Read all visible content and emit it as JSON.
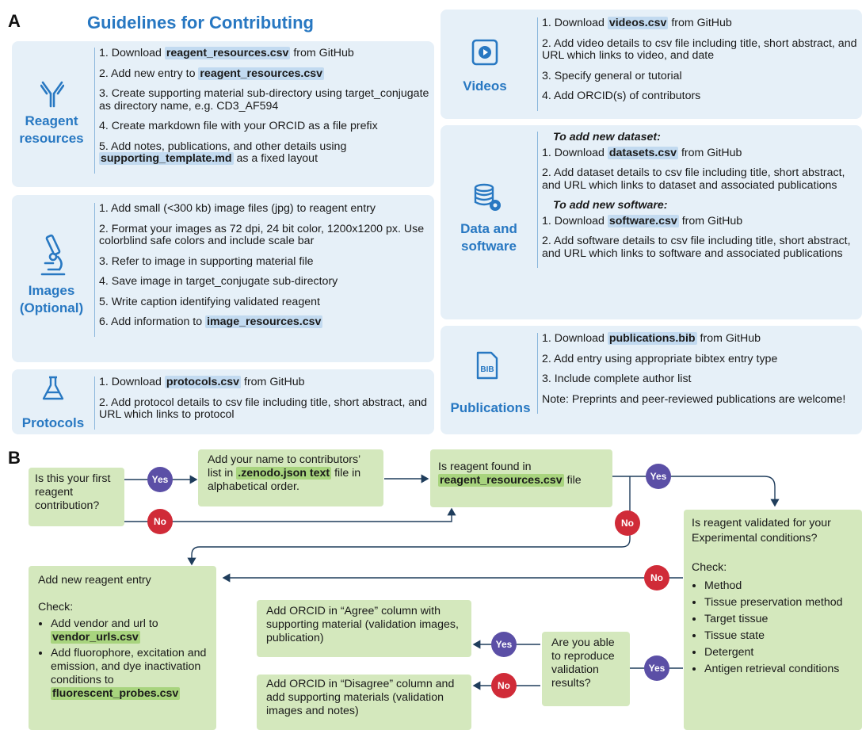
{
  "panel_a": {
    "label": "A",
    "title": "Guidelines for Contributing",
    "reagent": {
      "heading_line1": "Reagent",
      "heading_line2": "resources",
      "steps": [
        {
          "pre": "1. Download ",
          "hl": "reagent_resources.csv",
          "post": " from GitHub"
        },
        {
          "pre": "2. Add new entry to ",
          "hl": "reagent_resources.csv",
          "post": ""
        },
        {
          "pre": "3. Create supporting material sub-directory using target_conjugate as directory name, e.g. CD3_AF594",
          "hl": "",
          "post": ""
        },
        {
          "pre": "4. Create markdown file with your ORCID as a file prefix",
          "hl": "",
          "post": ""
        },
        {
          "pre": "5. Add notes, publications, and other details using ",
          "hl": "supporting_template.md",
          "post": " as a fixed layout"
        }
      ]
    },
    "images": {
      "heading_line1": "Images",
      "heading_line2": "(Optional)",
      "steps": [
        {
          "pre": "1. Add small (<300 kb) image files (jpg) to reagent entry",
          "hl": "",
          "post": ""
        },
        {
          "pre": "2. Format your images as 72 dpi, 24 bit color, 1200x1200 px. Use colorblind safe colors and include scale bar",
          "hl": "",
          "post": ""
        },
        {
          "pre": "3. Refer to image in supporting material file",
          "hl": "",
          "post": ""
        },
        {
          "pre": "4. Save image in target_conjugate sub-directory",
          "hl": "",
          "post": ""
        },
        {
          "pre": "5. Write caption identifying validated reagent",
          "hl": "",
          "post": ""
        },
        {
          "pre": "6. Add information to ",
          "hl": "image_resources.csv",
          "post": ""
        }
      ]
    },
    "protocols": {
      "heading": "Protocols",
      "steps": [
        {
          "pre": "1. Download ",
          "hl": "protocols.csv",
          "post": " from GitHub"
        },
        {
          "pre": "2. Add protocol details to csv file including title, short abstract, and URL which links to protocol",
          "hl": "",
          "post": ""
        }
      ]
    },
    "videos": {
      "heading": "Videos",
      "steps": [
        {
          "pre": "1. Download ",
          "hl": "videos.csv",
          "post": " from GitHub"
        },
        {
          "pre": "2. Add video details to csv file including title, short abstract, and URL which links to video, and date",
          "hl": "",
          "post": ""
        },
        {
          "pre": "3. Specify general or tutorial",
          "hl": "",
          "post": ""
        },
        {
          "pre": "4.  Add ORCID(s) of contributors",
          "hl": "",
          "post": ""
        }
      ]
    },
    "data": {
      "heading_line1": "Data and",
      "heading_line2": "software",
      "dataset_title": "To add new dataset:",
      "dataset_steps": [
        {
          "pre": "1. Download ",
          "hl": "datasets.csv",
          "post": " from GitHub"
        },
        {
          "pre": "2. Add dataset details to csv file including title, short abstract, and URL which links to dataset and associated publications",
          "hl": "",
          "post": ""
        }
      ],
      "software_title": "To add new software:",
      "software_steps": [
        {
          "pre": "1. Download ",
          "hl": "software.csv",
          "post": " from GitHub"
        },
        {
          "pre": "2. Add software details to csv file including title, short abstract, and URL which links to software and associated publications",
          "hl": "",
          "post": ""
        }
      ]
    },
    "publications": {
      "heading": "Publications",
      "icon_text": "BIB",
      "steps": [
        {
          "pre": "1. Download ",
          "hl": "publications.bib",
          "post": " from GitHub"
        },
        {
          "pre": "2. Add entry using appropriate bibtex entry type",
          "hl": "",
          "post": ""
        },
        {
          "pre": "3. Include complete author list",
          "hl": "",
          "post": ""
        },
        {
          "pre": "Note: Preprints and peer-reviewed publications are welcome!",
          "hl": "",
          "post": ""
        }
      ]
    }
  },
  "panel_b": {
    "label": "B",
    "first": "Is this your first reagent contribution?",
    "zenodo": {
      "pre": "Add your name to contributors’ list in ",
      "hl": ".zenodo.json text",
      "post": " file in alphabetical order."
    },
    "found": {
      "pre": "Is reagent found in ",
      "hl": "reagent_resources.csv",
      "post": " file"
    },
    "validated": {
      "line1": "Is reagent validated for your Experimental conditions?",
      "check": "Check:",
      "items": [
        "Method",
        "Tissue preservation method",
        "Target tissue",
        "Tissue state",
        "Detergent",
        "Antigen retrieval conditions"
      ]
    },
    "new_entry": {
      "line1": "Add new reagent entry",
      "check": "Check:",
      "item1_pre": "Add vendor and url to ",
      "item1_hl": "vendor_urls.csv",
      "item2_pre": "Add fluorophore, excitation and emission, and dye inactivation conditions to ",
      "item2_hl": "fluorescent_probes.csv"
    },
    "agree": "Add ORCID in “Agree” column with supporting material (validation images, publication)",
    "reproduce": "Are you able to reproduce validation results?",
    "disagree": "Add ORCID in “Disagree” column and add supporting materials (validation images and notes)",
    "yes": "Yes",
    "no": "No"
  },
  "colors": {
    "accent": "#2878c2",
    "panel_bg": "#e6f0f8",
    "highlight": "#c2daf0",
    "flow_box": "#d4e8bd",
    "flow_highlight": "#a8d47e",
    "yes": "#5b4fa6",
    "no": "#d02b38",
    "arrow": "#1f3d5c"
  }
}
